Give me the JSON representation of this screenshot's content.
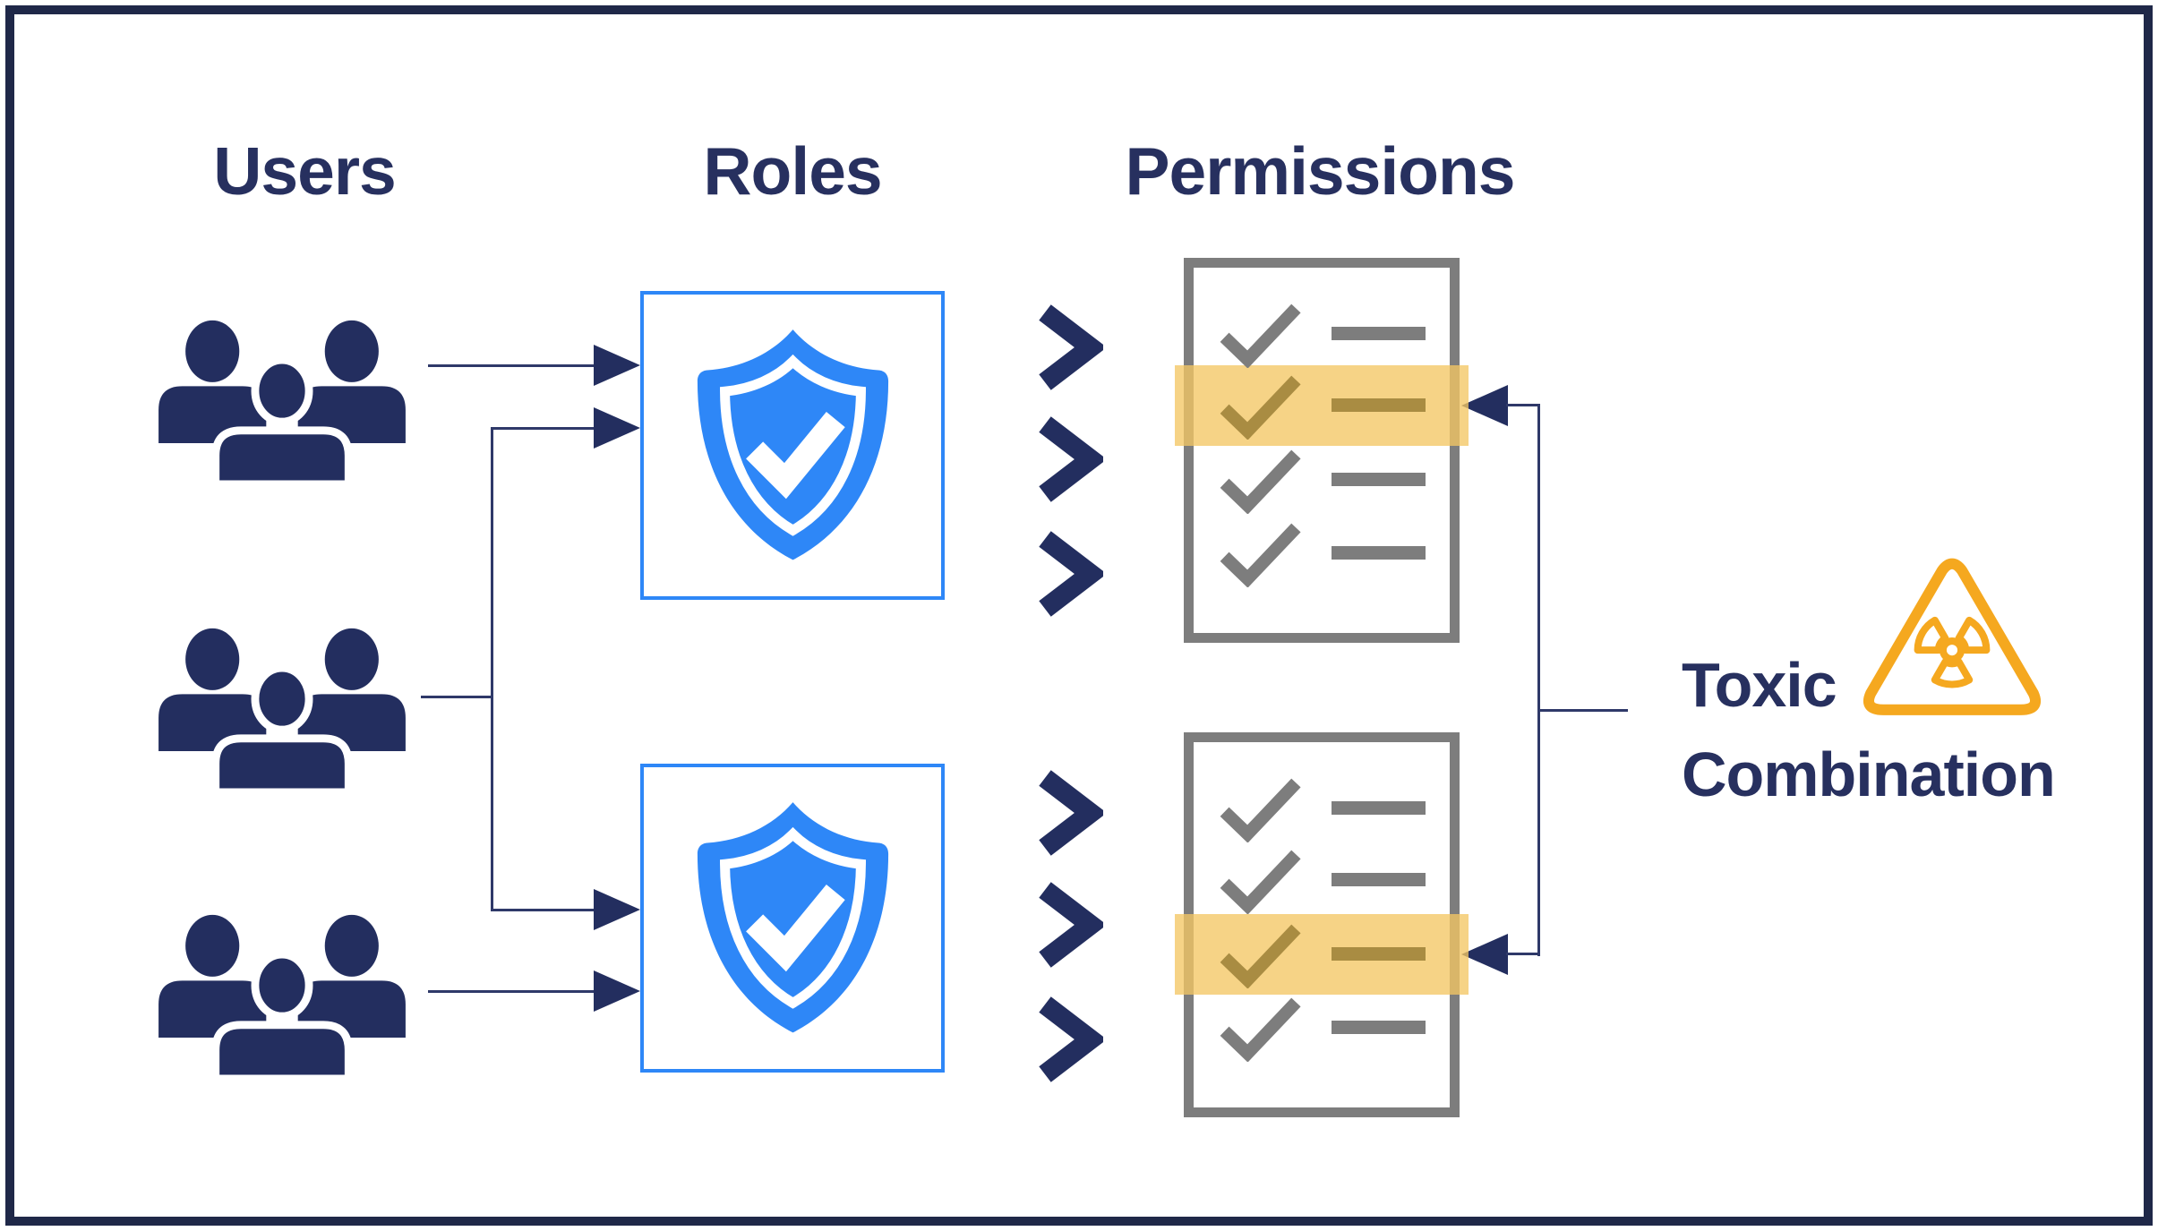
{
  "columns": {
    "users_label": "Users",
    "roles_label": "Roles",
    "permissions_label": "Permissions"
  },
  "annotation": {
    "line1": "Toxic",
    "line2": "Combination"
  },
  "user_groups": [
    {
      "icon": "user-group-icon",
      "connects_to": [
        "role-1"
      ]
    },
    {
      "icon": "user-group-icon",
      "connects_to": [
        "role-1",
        "role-2"
      ]
    },
    {
      "icon": "user-group-icon",
      "connects_to": [
        "role-2"
      ]
    }
  ],
  "roles": [
    {
      "icon": "shield-check-icon"
    },
    {
      "icon": "shield-check-icon"
    }
  ],
  "permission_lists": [
    {
      "rows": 4,
      "highlighted_row": 2
    },
    {
      "rows": 4,
      "highlighted_row": 3
    }
  ],
  "colors": {
    "navy": "#232E5F",
    "border_navy": "#1F2848",
    "line": "#2F3969",
    "text": "#27305F",
    "blue": "#2E87F7",
    "gray": "#7D7D7D",
    "highlight_band": "rgba(244,198,100,0.78)",
    "highlight_ink": "#A98C42",
    "amber": "#F5A81F"
  }
}
